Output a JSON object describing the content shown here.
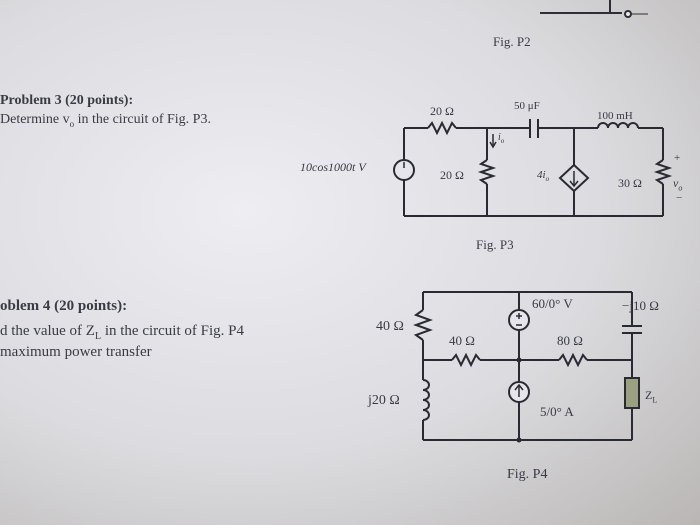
{
  "fig_p2": {
    "caption": "Fig. P2"
  },
  "problem3": {
    "title": "Problem 3 (20 points):",
    "prompt": "Determine v",
    "prompt_sub": "o",
    "prompt_rest": " in the circuit of Fig. P3.",
    "source": "10cos1000t V",
    "r1": "20 Ω",
    "r2": "20 Ω",
    "cap": "50 μF",
    "ind": "100 mH",
    "current_label": "i",
    "current_sub": "o",
    "dep_source": "4i",
    "dep_sub": "o",
    "r3": "30 Ω",
    "vo": "v",
    "vo_sub": "o",
    "plus": "+",
    "minus": "−",
    "caption": "Fig. P3"
  },
  "problem4": {
    "title": "oblem 4 (20 points):",
    "line1": "d the value of Z",
    "line1_sub": "L",
    "line1_rest": " in the circuit of Fig. P4",
    "line2": "maximum power transfer",
    "r_left": "40 Ω",
    "r_mid": "40 Ω",
    "ind": "j20 Ω",
    "vsrc": "60/0° V",
    "r_right": "80 Ω",
    "cap": "−j10 Ω",
    "isrc": "5/0° A",
    "zl": "Z",
    "zl_sub": "L",
    "caption": "Fig. P4"
  }
}
